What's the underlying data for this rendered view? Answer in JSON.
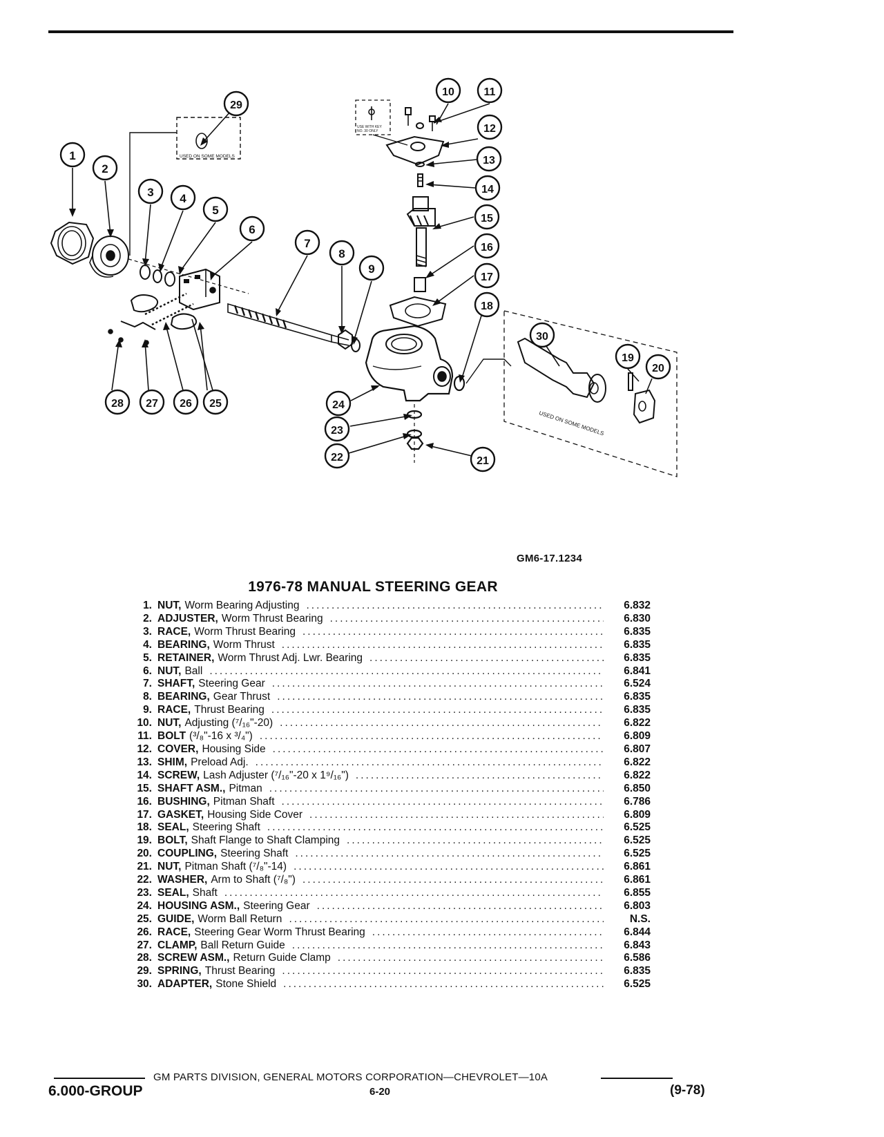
{
  "diagram": {
    "callouts": [
      "1",
      "2",
      "3",
      "4",
      "5",
      "6",
      "7",
      "8",
      "9",
      "10",
      "11",
      "12",
      "13",
      "14",
      "15",
      "16",
      "17",
      "18",
      "19",
      "20",
      "21",
      "22",
      "23",
      "24",
      "25",
      "26",
      "27",
      "28",
      "29",
      "30"
    ],
    "note_key": "USE WITH KEY NO. 30 ONLY",
    "note_models": "USED ON SOME MODELS",
    "note_models_2": "USED ON SOME MODELS",
    "figure_code": "GM6-17.1234"
  },
  "title": "1976-78 MANUAL STEERING GEAR",
  "parts": [
    {
      "num": "1.",
      "name": "NUT,",
      "desc": "Worm Bearing Adjusting",
      "ref": "6.832"
    },
    {
      "num": "2.",
      "name": "ADJUSTER,",
      "desc": "Worm Thrust Bearing",
      "ref": "6.830"
    },
    {
      "num": "3.",
      "name": "RACE,",
      "desc": "Worm Thrust Bearing",
      "ref": "6.835"
    },
    {
      "num": "4.",
      "name": "BEARING,",
      "desc": "Worm Thrust",
      "ref": "6.835"
    },
    {
      "num": "5.",
      "name": "RETAINER,",
      "desc": "Worm Thrust Adj. Lwr. Bearing",
      "ref": "6.835"
    },
    {
      "num": "6.",
      "name": "NUT,",
      "desc": "Ball",
      "ref": "6.841"
    },
    {
      "num": "7.",
      "name": "SHAFT,",
      "desc": "Steering Gear",
      "ref": "6.524"
    },
    {
      "num": "8.",
      "name": "BEARING,",
      "desc": "Gear Thrust",
      "ref": "6.835"
    },
    {
      "num": "9.",
      "name": "RACE,",
      "desc": "Thrust Bearing",
      "ref": "6.835"
    },
    {
      "num": "10.",
      "name": "NUT,",
      "desc": "Adjusting (⁷/₁₆\"-20)",
      "ref": "6.822"
    },
    {
      "num": "11.",
      "name": "BOLT",
      "desc": "(³/₈\"-16 x ³/₄\")",
      "ref": "6.809"
    },
    {
      "num": "12.",
      "name": "COVER,",
      "desc": "Housing Side",
      "ref": "6.807"
    },
    {
      "num": "13.",
      "name": "SHIM,",
      "desc": "Preload Adj.",
      "ref": "6.822"
    },
    {
      "num": "14.",
      "name": "SCREW,",
      "desc": "Lash Adjuster (⁷/₁₆\"-20 x 1⁹/₁₆\")",
      "ref": "6.822"
    },
    {
      "num": "15.",
      "name": "SHAFT ASM.,",
      "desc": "Pitman",
      "ref": "6.850"
    },
    {
      "num": "16.",
      "name": "BUSHING,",
      "desc": "Pitman Shaft",
      "ref": "6.786"
    },
    {
      "num": "17.",
      "name": "GASKET,",
      "desc": "Housing Side Cover",
      "ref": "6.809"
    },
    {
      "num": "18.",
      "name": "SEAL,",
      "desc": "Steering Shaft",
      "ref": "6.525"
    },
    {
      "num": "19.",
      "name": "BOLT,",
      "desc": "Shaft Flange to Shaft Clamping",
      "ref": "6.525"
    },
    {
      "num": "20.",
      "name": "COUPLING,",
      "desc": "Steering Shaft",
      "ref": "6.525"
    },
    {
      "num": "21.",
      "name": "NUT,",
      "desc": "Pitman Shaft (⁷/₈\"-14)",
      "ref": "6.861"
    },
    {
      "num": "22.",
      "name": "WASHER,",
      "desc": "Arm to Shaft (⁷/₈\")",
      "ref": "6.861"
    },
    {
      "num": "23.",
      "name": "SEAL,",
      "desc": "Shaft",
      "ref": "6.855"
    },
    {
      "num": "24.",
      "name": "HOUSING ASM.,",
      "desc": "Steering Gear",
      "ref": "6.803"
    },
    {
      "num": "25.",
      "name": "GUIDE,",
      "desc": "Worm Ball Return",
      "ref": "N.S."
    },
    {
      "num": "26.",
      "name": "RACE,",
      "desc": "Steering Gear Worm Thrust Bearing",
      "ref": "6.844"
    },
    {
      "num": "27.",
      "name": "CLAMP,",
      "desc": "Ball Return Guide",
      "ref": "6.843"
    },
    {
      "num": "28.",
      "name": "SCREW ASM.,",
      "desc": "Return Guide Clamp",
      "ref": "6.586"
    },
    {
      "num": "29.",
      "name": "SPRING,",
      "desc": "Thrust Bearing",
      "ref": "6.835"
    },
    {
      "num": "30.",
      "name": "ADAPTER,",
      "desc": "Stone Shield",
      "ref": "6.525"
    }
  ],
  "footer": {
    "source": "GM PARTS DIVISION, GENERAL MOTORS CORPORATION—CHEVROLET—10A",
    "group": "6.000-GROUP",
    "page": "6-20",
    "date": "(9-78)"
  }
}
